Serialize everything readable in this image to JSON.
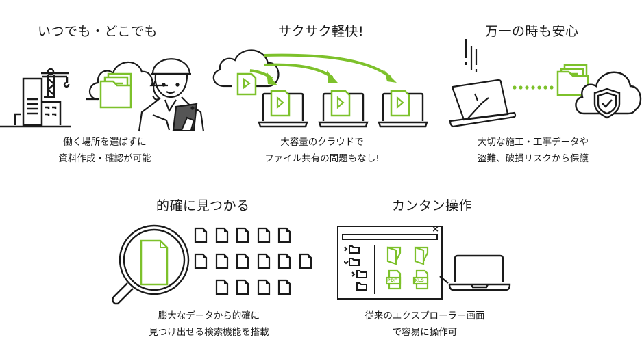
{
  "accent_color": "#7dc12b",
  "line_color": "#1a1a1a",
  "features": [
    {
      "title": "いつでも・どこでも",
      "desc": [
        "働く場所を選ばずに",
        "資料作成・確認が可能"
      ],
      "icons": [
        "building-crane-icon",
        "cloud-folder-icon",
        "worker-with-tablet-icon"
      ]
    },
    {
      "title": "サクサク軽快!",
      "desc": [
        "大容量のクラウドで",
        "ファイル共有の問題もなし!"
      ],
      "icons": [
        "cloud-video-file-icon",
        "arrow-icon",
        "laptop-video-file-icon"
      ]
    },
    {
      "title": "万一の時も安心",
      "desc": [
        "大切な施工・工事データや",
        "盗難、破損リスクから保護"
      ],
      "icons": [
        "broken-laptop-icon",
        "folder-icon",
        "cloud-shield-icon"
      ]
    },
    {
      "title": "的確に見つかる",
      "desc": [
        "膨大なデータから的確に",
        "見つけ出せる検索機能を搭載"
      ],
      "icons": [
        "magnifier-file-icon",
        "document-icon"
      ]
    },
    {
      "title": "カンタン操作",
      "desc": [
        "従来のエクスプローラー画面",
        "で容易に操作可"
      ],
      "icons": [
        "explorer-window-icon",
        "laptop-icon"
      ],
      "file_labels": [
        "PDF",
        "XLS"
      ],
      "close_glyph": "×"
    }
  ]
}
